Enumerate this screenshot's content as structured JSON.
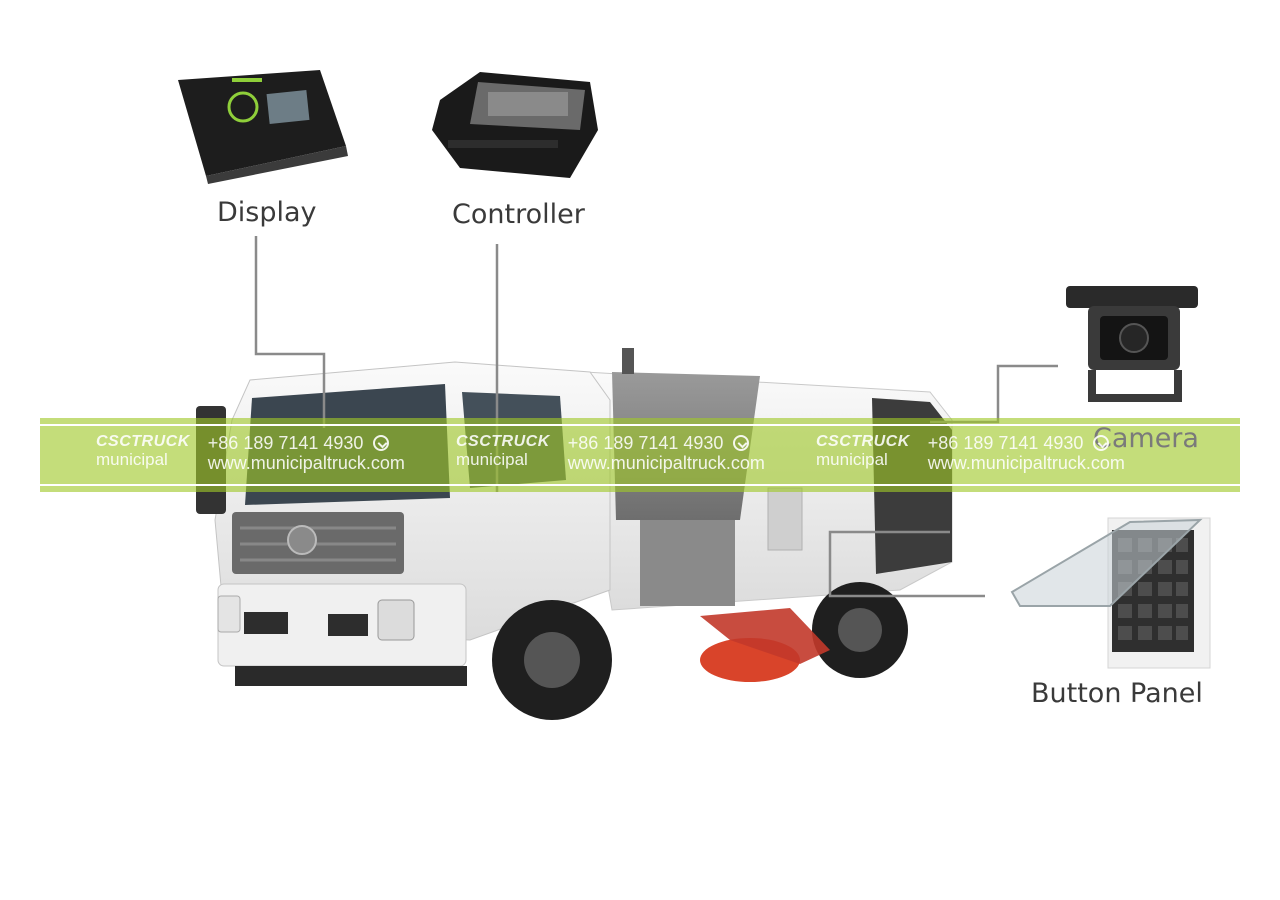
{
  "components": {
    "display": "Display",
    "controller": "Controller",
    "camera": "Camera",
    "button_panel": "Button Panel"
  },
  "watermark": {
    "brand": "CSCTRUCK",
    "sub": "municipal",
    "phone": "+86 189 7141 4930",
    "website": "www.municipaltruck.com",
    "band_color": "#a0c828"
  },
  "colors": {
    "connector_line": "#8a8a8a",
    "brush": "#d9442a",
    "truck_body": "#f2f2f2"
  }
}
